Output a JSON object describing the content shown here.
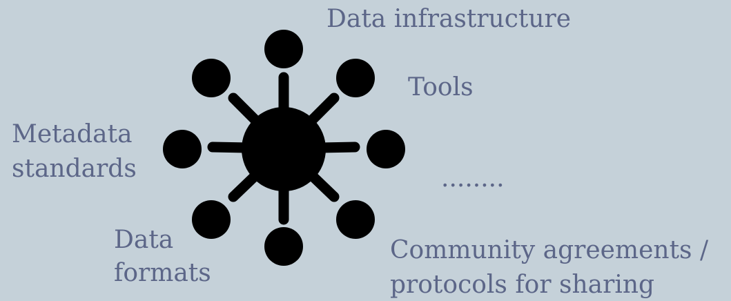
{
  "labels": {
    "data_infrastructure": "Data infrastructure",
    "tools": "Tools",
    "metadata_line1": "Metadata",
    "metadata_line2": "standards",
    "ellipsis": "........",
    "data_formats_line1": "Data",
    "data_formats_line2": "formats",
    "community_line1": "Community agreements /",
    "community_line2": "protocols for sharing"
  },
  "colors": {
    "background": "#c5d1d9",
    "text": "#5c6688",
    "icon": "#000000"
  },
  "icon": "network-hub-icon"
}
